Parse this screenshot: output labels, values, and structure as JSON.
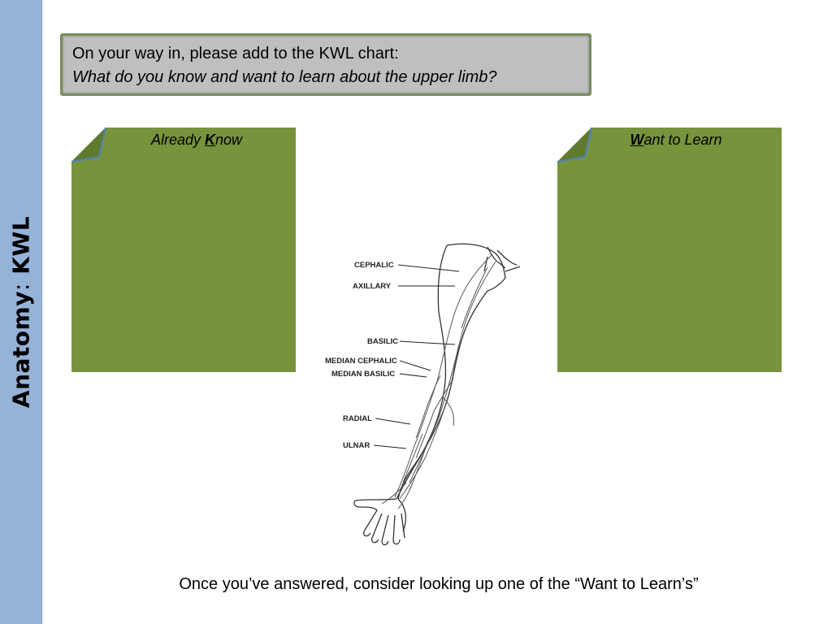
{
  "banner": {
    "title_bold": "Anatomy",
    "separator": ":",
    "title_suffix": "KWL"
  },
  "instruction": {
    "line1": "On your way in, please add to the KWL chart:",
    "line2": "What do you know and want to learn about the upper limb?"
  },
  "notes": {
    "know": {
      "prefix": "Already ",
      "letter": "K",
      "suffix": "now"
    },
    "want": {
      "prefix": "",
      "letter": "W",
      "suffix": "ant to Learn"
    }
  },
  "diagram": {
    "labels": [
      "CEPHALIC",
      "AXILLARY",
      "BASILIC",
      "MEDIAN CEPHALIC",
      "MEDIAN BASILIC",
      "RADIAL",
      "ULNAR"
    ]
  },
  "footer": {
    "text": "Once you’ve answered, consider looking up one of the “Want to Learn’s”"
  },
  "colors": {
    "banner": "#95b3d7",
    "note": "#77933c",
    "instruction_bg": "#bfbfbf",
    "instruction_border": "#7a8c5c"
  }
}
